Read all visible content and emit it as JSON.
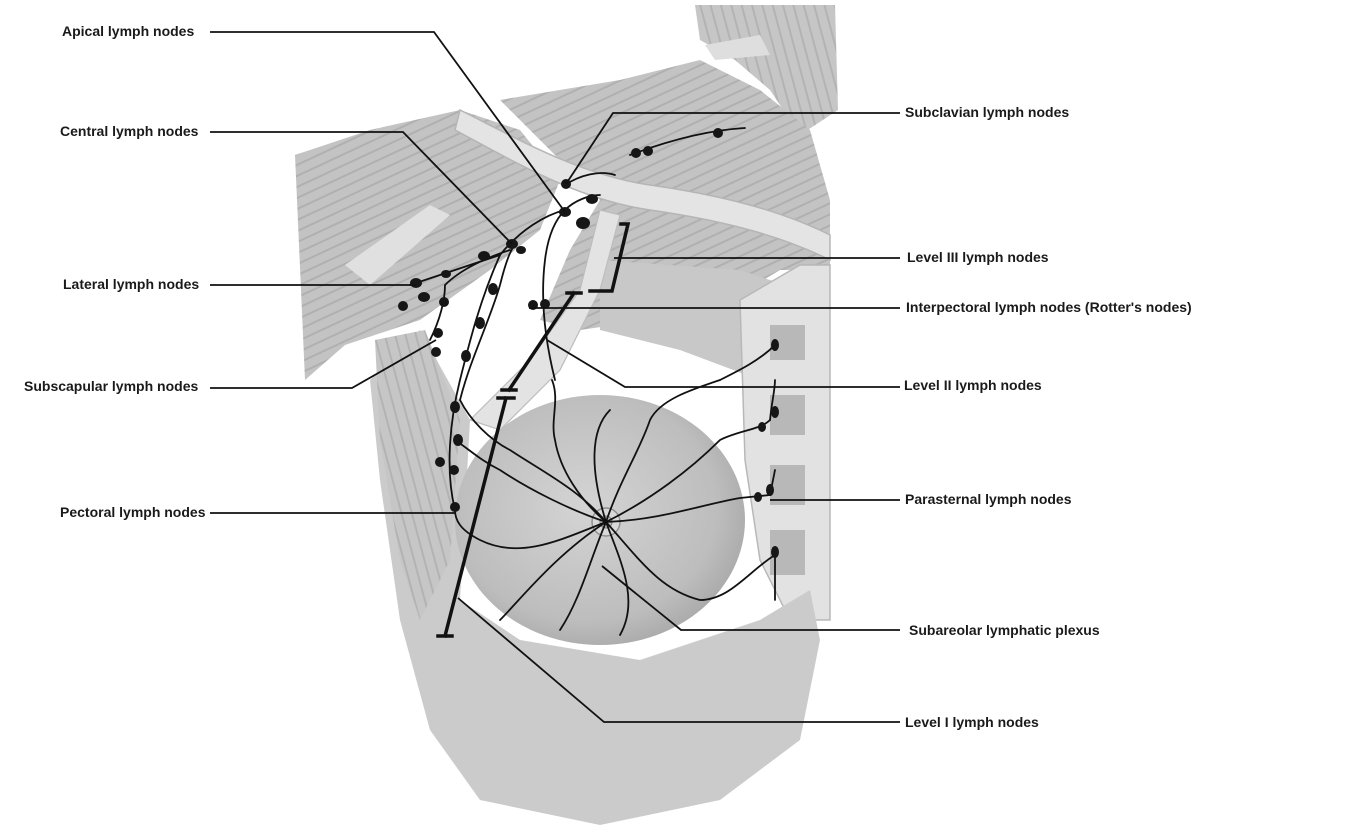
{
  "labels": {
    "apical": "Apical lymph nodes",
    "central": "Central lymph nodes",
    "lateral": "Lateral lymph nodes",
    "subscapular": "Subscapular lymph nodes",
    "pectoral": "Pectoral lymph nodes",
    "subclavian": "Subclavian lymph nodes",
    "level3": "Level III lymph nodes",
    "interpectoral": "Interpectoral lymph nodes (Rotter's nodes)",
    "level2": "Level II lymph nodes",
    "parasternal": "Parasternal lymph nodes",
    "subareolar": "Subareolar lymphatic plexus",
    "level1": "Level I lymph nodes"
  },
  "colors": {
    "tissue": "#c9c9c9",
    "tissue_dark": "#a9a9a9",
    "tissue_light": "#dcdcdc",
    "bone": "#e6e6e6",
    "vessel": "#111111",
    "leader": "#111111"
  }
}
